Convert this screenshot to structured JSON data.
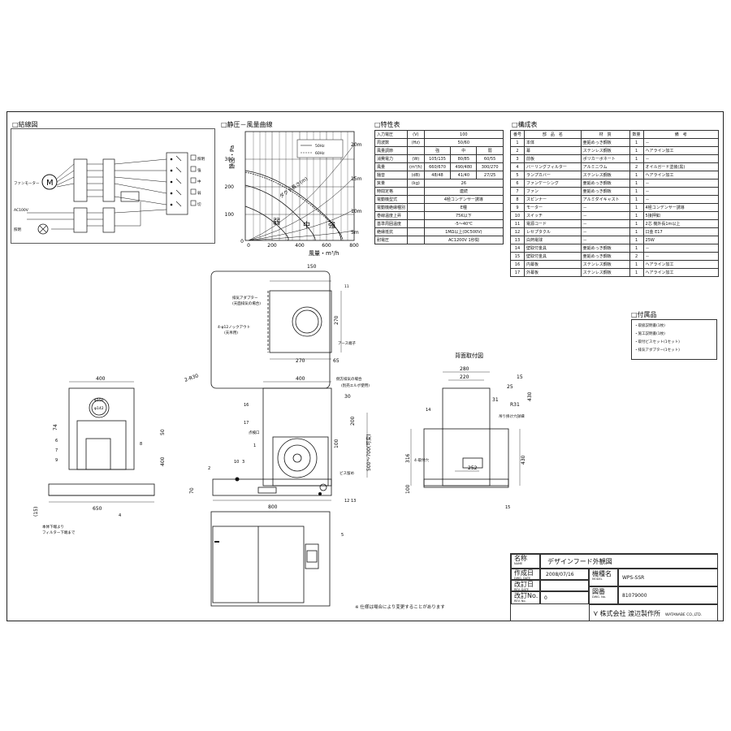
{
  "sections": {
    "wiring": "□結線図",
    "curve": "□静圧－風量曲線",
    "spec": "□特性表",
    "parts": "□構成表",
    "accessories": "□付属品"
  },
  "wiring": {
    "fan_motor": "ファンモーター",
    "motor_letter": "M",
    "ac100v": "AC100V",
    "lamp": "照明",
    "switch_labels": [
      "照明",
      "強",
      "中",
      "弱",
      "切"
    ]
  },
  "curve": {
    "ylabel": "静圧・Pa",
    "xlabel": "風量・m³/h",
    "legend_50": "50Hz",
    "legend_60": "60Hz",
    "y_ticks": [
      "300",
      "200",
      "100",
      "0"
    ],
    "x_ticks": [
      "0",
      "200",
      "400",
      "600",
      "800"
    ],
    "right_ticks": [
      "20m",
      "15m",
      "10m",
      "5m"
    ],
    "region_weak": "弱",
    "region_mid": "中",
    "region_strong": "強",
    "diag_label": "ダクト長さ(m)"
  },
  "spec_table": [
    [
      "入力電圧",
      "(V)",
      "100",
      "",
      ""
    ],
    [
      "周波数",
      "(Hz)",
      "50/60",
      "",
      ""
    ],
    [
      "風量調節",
      "",
      "強",
      "中",
      "弱"
    ],
    [
      "消費電力",
      "(W)",
      "105/135",
      "80/85",
      "60/55"
    ],
    [
      "風量",
      "(m³/h)",
      "660/670",
      "490/480",
      "300/270"
    ],
    [
      "騒音",
      "(dB)",
      "48/48",
      "41/40",
      "27/25"
    ],
    [
      "質量",
      "(kg)",
      "26",
      "",
      ""
    ],
    [
      "時間定格",
      "",
      "連続",
      "",
      ""
    ],
    [
      "電動機型式",
      "",
      "4極コンデンサー誘導",
      "",
      ""
    ],
    [
      "電動機絶縁種別",
      "",
      "E種",
      "",
      ""
    ],
    [
      "巻線温度上昇",
      "",
      "75K以下",
      "",
      ""
    ],
    [
      "基準周囲温度",
      "",
      "-5〜40℃",
      "",
      ""
    ],
    [
      "絶縁抵抗",
      "",
      "1MΩ以上(DC500V)",
      "",
      ""
    ],
    [
      "耐電圧",
      "",
      "AC1200V 1秒間",
      "",
      ""
    ]
  ],
  "parts_header": [
    "番号",
    "部　品　名",
    "材　質",
    "数量",
    "備　考"
  ],
  "parts_table": [
    [
      "1",
      "本体",
      "亜鉛めっき鋼板",
      "1",
      "－"
    ],
    [
      "2",
      "幕",
      "ステンレス鋼板",
      "1",
      "ヘアライン加工"
    ],
    [
      "3",
      "前板",
      "ポリカーボネート",
      "1",
      "－"
    ],
    [
      "4",
      "バーリングフィルター",
      "アルミニウム",
      "2",
      "オイルガード塗装(黒)"
    ],
    [
      "5",
      "ランプカバー",
      "ステンレス鋼板",
      "1",
      "ヘアライン加工"
    ],
    [
      "6",
      "ファンケーシング",
      "亜鉛めっき鋼板",
      "1",
      "－"
    ],
    [
      "7",
      "ファン",
      "亜鉛めっき鋼板",
      "1",
      "－"
    ],
    [
      "8",
      "スピンナー",
      "アルミダイキャスト",
      "1",
      "－"
    ],
    [
      "9",
      "モーター",
      "－",
      "1",
      "4極コンデンサー誘導"
    ],
    [
      "10",
      "スイッチ",
      "－",
      "1",
      "5接押釦"
    ],
    [
      "11",
      "電源コード",
      "－",
      "1",
      "2芯 機外長1m以上"
    ],
    [
      "12",
      "レセプタクル",
      "－",
      "1",
      "口金 E17"
    ],
    [
      "13",
      "白熱電球",
      "－",
      "1",
      "25W"
    ],
    [
      "14",
      "壁取付金具",
      "亜鉛めっき鋼板",
      "1",
      "－"
    ],
    [
      "15",
      "壁取付金具",
      "亜鉛めっき鋼板",
      "2",
      "－"
    ],
    [
      "16",
      "内幕板",
      "ステンレス鋼板",
      "1",
      "ヘアライン加工"
    ],
    [
      "17",
      "外幕板",
      "ステンレス鋼板",
      "1",
      "ヘアライン加工"
    ]
  ],
  "accessories": [
    "・取扱説明書(1枚)",
    "・施工説明書(1枚)",
    "・取付ビスセット(1セット)",
    "・排気アダプター(1セット)"
  ],
  "drawing": {
    "top_150": "150",
    "top_270v": "270",
    "top_270h": "270",
    "top_65": "65",
    "top_r30": "2-R30",
    "top_adapter": "排気アダプター",
    "top_adapter_sub": "(天面排気の場合)",
    "top_knock": "4-φ12ノックアウト",
    "top_knock_sub": "(天吊用)",
    "top_earth": "アース端子",
    "top_11": "11",
    "front_400": "400",
    "front_156": "φ156",
    "front_142": "φ142",
    "front_74": "74",
    "front_50": "50",
    "front_400v": "400",
    "front_70": "70",
    "front_650": "650",
    "front_15": "(15)",
    "front_filter": "本体下端より",
    "front_filter2": "フィルター下端まで",
    "mid_400": "400",
    "mid_30": "30",
    "mid_side_note": "側方排気の場合",
    "mid_side_note2": "(別売エルボ使用)",
    "mid_lamp": "点検口",
    "mid_200": "200",
    "mid_500_700": "500〜700(可変)",
    "mid_100": "100",
    "mid_70": "70",
    "mid_800": "800",
    "mid_screw": "ビス留め",
    "back_title": "背面取付図",
    "back_280": "280",
    "back_220": "220",
    "back_25": "25",
    "back_r31": "R31",
    "back_430": "430",
    "back_316": "316",
    "back_4hole": "4-取付穴",
    "back_100": "100",
    "back_252": "252",
    "back_430b": "430",
    "back_hook": "吊り掛け穴詳細",
    "back_15": "15",
    "back_31": "31",
    "callouts": [
      "1",
      "2",
      "3",
      "4",
      "5",
      "6",
      "7",
      "8",
      "9",
      "10",
      "12",
      "13",
      "14",
      "15",
      "16",
      "17"
    ]
  },
  "note": "※ 仕様は場合により変更することがあります",
  "title_block": {
    "name_label": "名称",
    "name_sub": "NAME",
    "name_value": "デザインフード外観図",
    "date_label": "作成日",
    "date_sub": "DWG. DATE",
    "date_value": "2008/07/16",
    "model_label": "機種名",
    "model_sub": "MODEL",
    "model_value": "WPS-SSR",
    "rev_date_label": "改訂日",
    "rev_date_sub": "REV. DATE",
    "dwg_label": "図番",
    "dwg_sub": "DWG. No.",
    "dwg_value": "81079000",
    "rev_no_label": "改訂No.",
    "rev_no_sub": "REV. No.",
    "rev_no_value": "0",
    "company": "株式会社 渡辺製作所",
    "company_en": "WATANABE CO.,LTD."
  }
}
